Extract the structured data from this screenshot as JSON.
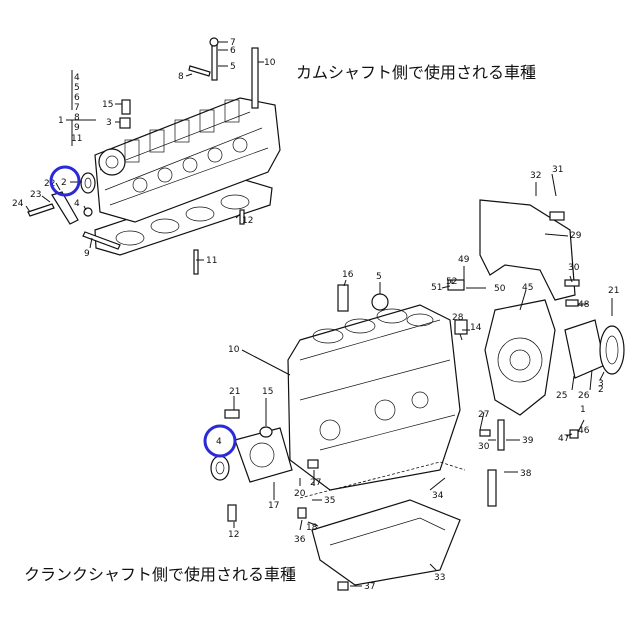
{
  "captions": {
    "camshaft": "カムシャフト側で使用される車種",
    "crankshaft": "クランクシャフト側で使用される車種"
  },
  "accent_color": "#2a2ad8",
  "head_labels": {
    "n7": "7",
    "n6": "6",
    "n5": "5",
    "n10": "10",
    "n8": "8",
    "n15": "15",
    "n3": "3",
    "n1": "1",
    "bracket_list": [
      "4",
      "5",
      "6",
      "7",
      "8",
      "9",
      "11"
    ],
    "n2": "2",
    "n22": "22",
    "n23": "23",
    "n24": "24",
    "n4": "4",
    "n9": "9",
    "n12": "12",
    "n11": "11"
  },
  "block_labels": {
    "n32": "32",
    "n31": "31",
    "n29": "29",
    "n30": "30",
    "n16": "16",
    "n5": "5",
    "n49": "49",
    "n52": "52",
    "n51": "51",
    "n50": "50",
    "n45": "45",
    "n21a": "21",
    "n48": "48",
    "n28": "28",
    "n14": "14",
    "n10": "10",
    "n15": "15",
    "n21b": "21",
    "n4": "4",
    "n27": "27",
    "n30b": "30",
    "n39": "39",
    "n47": "47",
    "n46": "46",
    "n25": "25",
    "n26": "26",
    "n1": "1",
    "n2": "2",
    "n3": "3",
    "n38": "38",
    "n34": "34",
    "n20": "20",
    "n17": "17",
    "n27b": "27",
    "n35": "35",
    "n18": "18",
    "n36": "36",
    "n12": "12",
    "n33": "33",
    "n37": "37"
  }
}
